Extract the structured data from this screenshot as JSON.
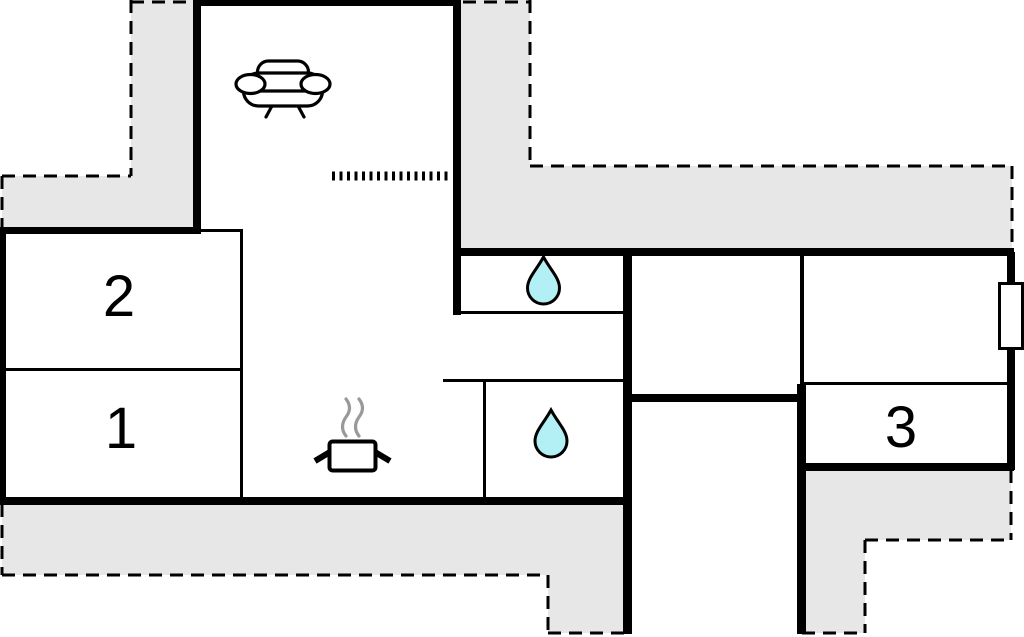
{
  "plan": {
    "type": "floor-plan",
    "rooms": [
      {
        "label": "1"
      },
      {
        "label": "2"
      },
      {
        "label": "3"
      }
    ],
    "markers": {
      "sofa": "sofa-icon",
      "cooking_pot": "cooking-pot-icon",
      "water_drop_upper": "water-drop-icon",
      "water_drop_lower": "water-drop-icon",
      "window": "window-marker",
      "terrace": "terrace-area",
      "boundary": "property-boundary-dashed",
      "step": "step-marker-dotted"
    }
  },
  "colors": {
    "wall": "#000000",
    "terrace_fill": "#e7e7e7",
    "water_fill": "#b2f0f5",
    "steam": "#999999",
    "window_fill": "#ffffff",
    "background": "#ffffff"
  }
}
